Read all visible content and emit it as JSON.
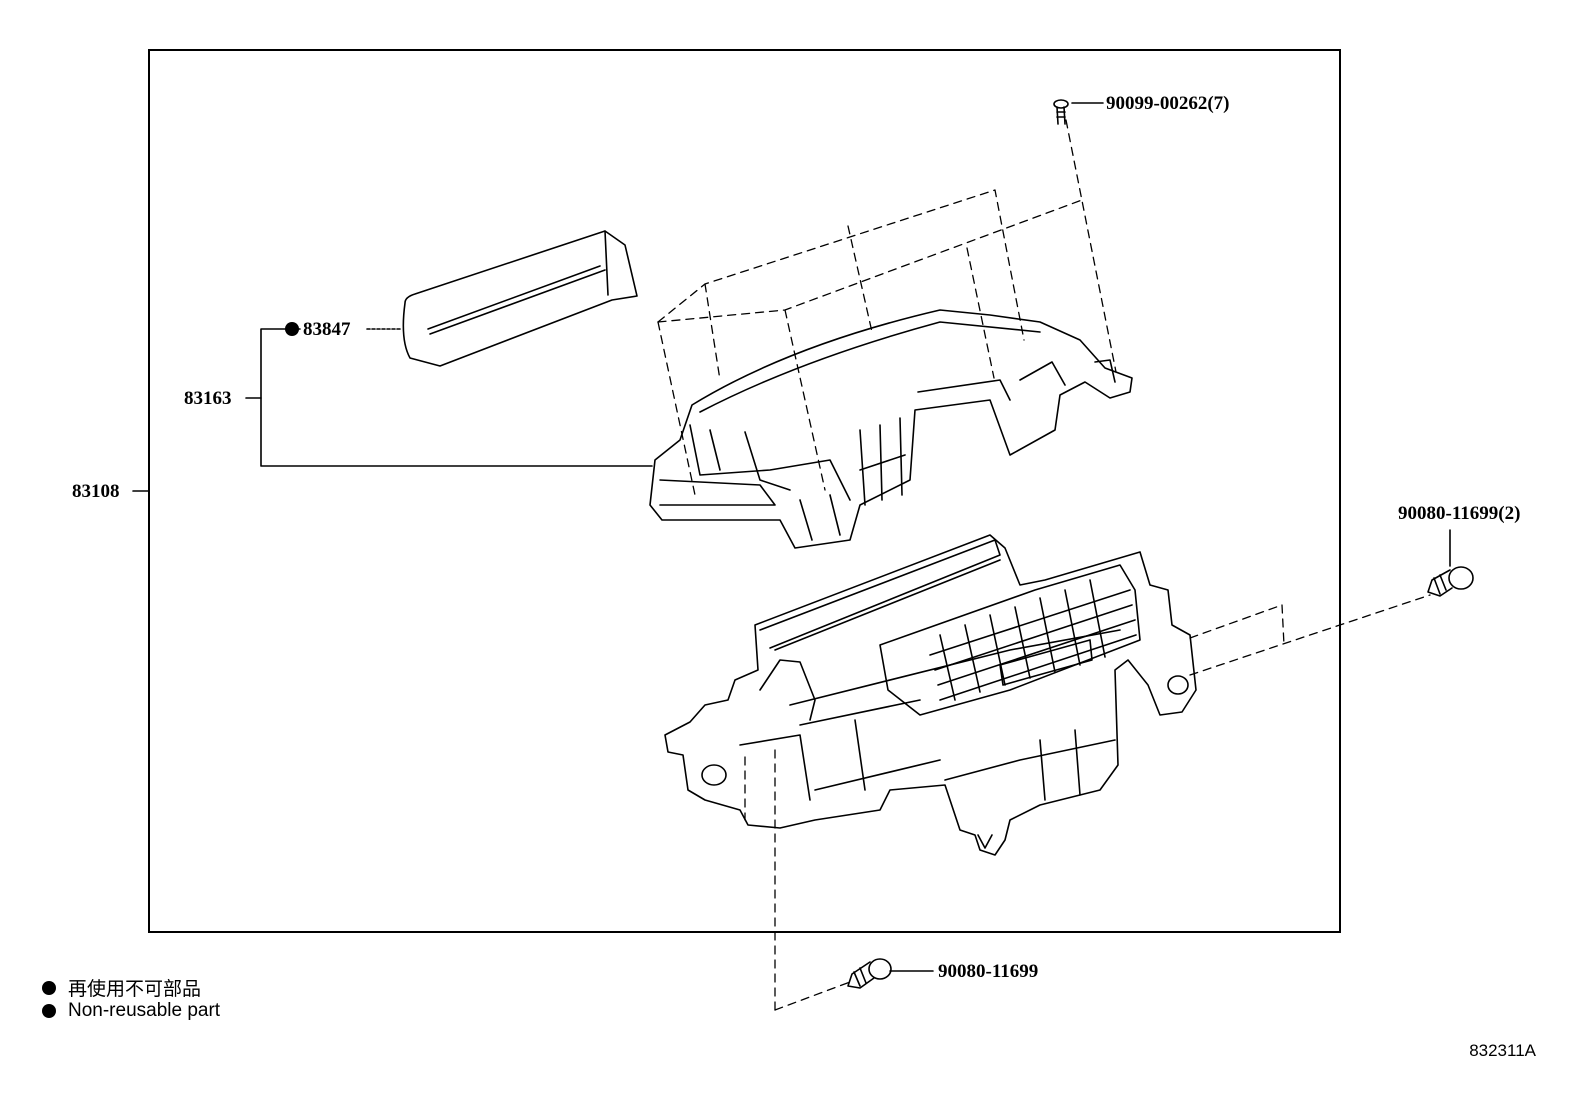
{
  "callouts": {
    "screw_top": "90099-00262(7)",
    "part_83847": "83847",
    "part_83163": "83163",
    "part_83108": "83108",
    "bolt_right": "90080-11699(2)",
    "bolt_bottom": "90080-11699"
  },
  "legend": {
    "jp": "再使用不可部品",
    "en": "Non-reusable part"
  },
  "figure_code": "832311A"
}
